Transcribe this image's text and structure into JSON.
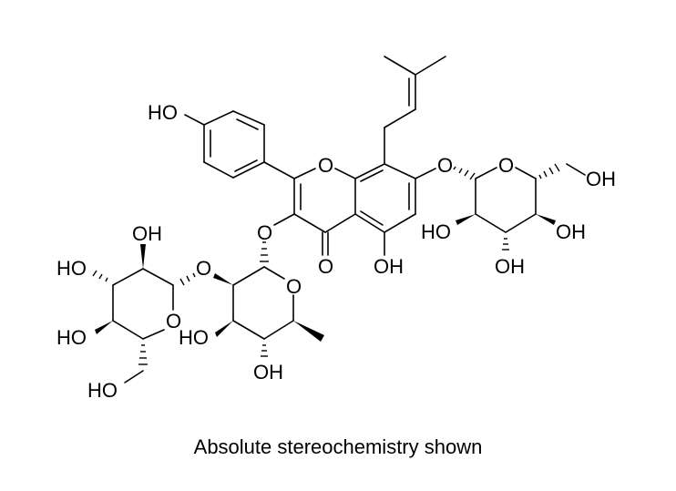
{
  "figure": {
    "type": "chemical-structure",
    "caption": "Absolute stereochemistry shown",
    "scaffold": "flavonol (chromen-4-one) with 8-prenyl, 3-O-disaccharide, 7-O-glycoside",
    "labels": {
      "phenol_oh": "HO",
      "ring_o1": "O",
      "ketone_o": "O",
      "c5_oh": "OH",
      "c7_o": "O",
      "c3_o": "O",
      "glc7_ring_o": "O",
      "glc7_ch2oh": "OH",
      "glc7_c2_oh": "HO",
      "glc7_c3_oh": "OH",
      "glc7_c4_oh": "OH",
      "rha_ring_o": "O",
      "rha_c3_oh": "HO",
      "rha_c4_oh": "OH",
      "link_o": "O",
      "glc_c2_oh": "OH",
      "glc_c3_oh": "HO",
      "glc_c4_oh": "HO",
      "glc_ring_o": "O",
      "glc_ch2oh": "HO"
    }
  }
}
